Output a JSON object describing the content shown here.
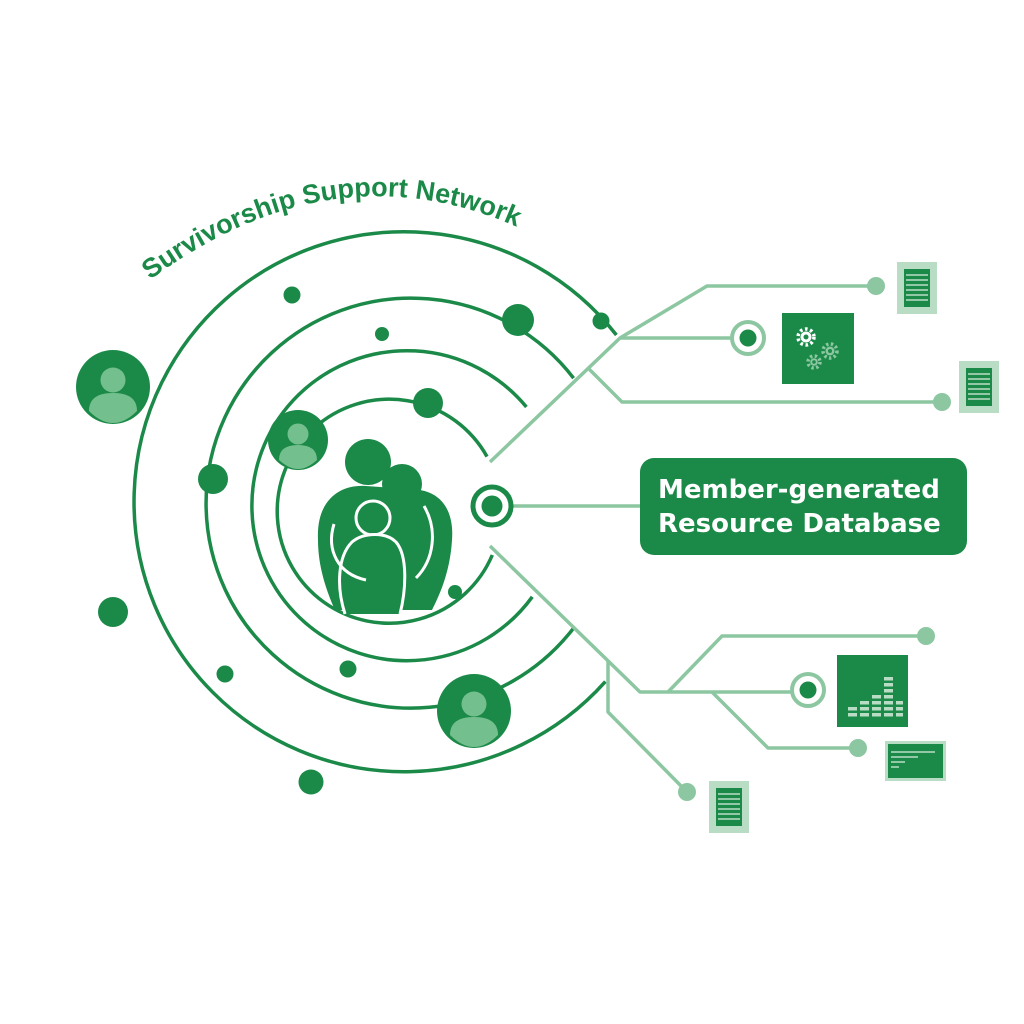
{
  "title": "Survivorship Support Network",
  "database_box": {
    "line1": "Member-generated",
    "line2": "Resource Database"
  },
  "colors": {
    "primary": "#1b8a48",
    "light": "#8cc7a1",
    "pale": "#b9dcc4",
    "avatar_body": "#74bf8e",
    "background": "#ffffff"
  },
  "icons": {
    "center": "family-hug-icon",
    "people": "user-avatar-icon",
    "documents": "document-icon",
    "settings": "gears-icon",
    "chart": "bar-chart-icon",
    "terminal": "terminal-window-icon"
  }
}
